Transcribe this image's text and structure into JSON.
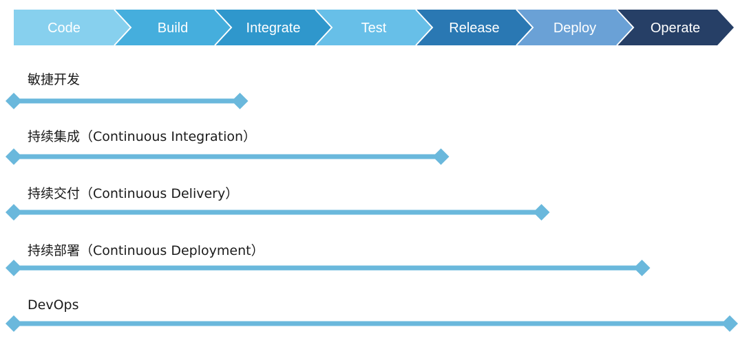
{
  "pipeline": {
    "stages": [
      {
        "label": "Code",
        "color": "#87d0ee"
      },
      {
        "label": "Build",
        "color": "#45aedd"
      },
      {
        "label": "Integrate",
        "color": "#2f97cc"
      },
      {
        "label": "Test",
        "color": "#67bfe8"
      },
      {
        "label": "Release",
        "color": "#2a78b3"
      },
      {
        "label": "Deploy",
        "color": "#6aa1d6"
      },
      {
        "label": "Operate",
        "color": "#263f66"
      }
    ]
  },
  "bar_color": "#6ab8dc",
  "rows": [
    {
      "label": "敏捷开发",
      "span_stages": 2.25
    },
    {
      "label": "持续集成（Continuous Integration）",
      "span_stages": 4.25
    },
    {
      "label": "持续交付（Continuous Delivery）",
      "span_stages": 5.25
    },
    {
      "label": "持续部署（Continuous Deployment）",
      "span_stages": 6.25
    },
    {
      "label": "DevOps",
      "span_stages": 7.25
    }
  ]
}
